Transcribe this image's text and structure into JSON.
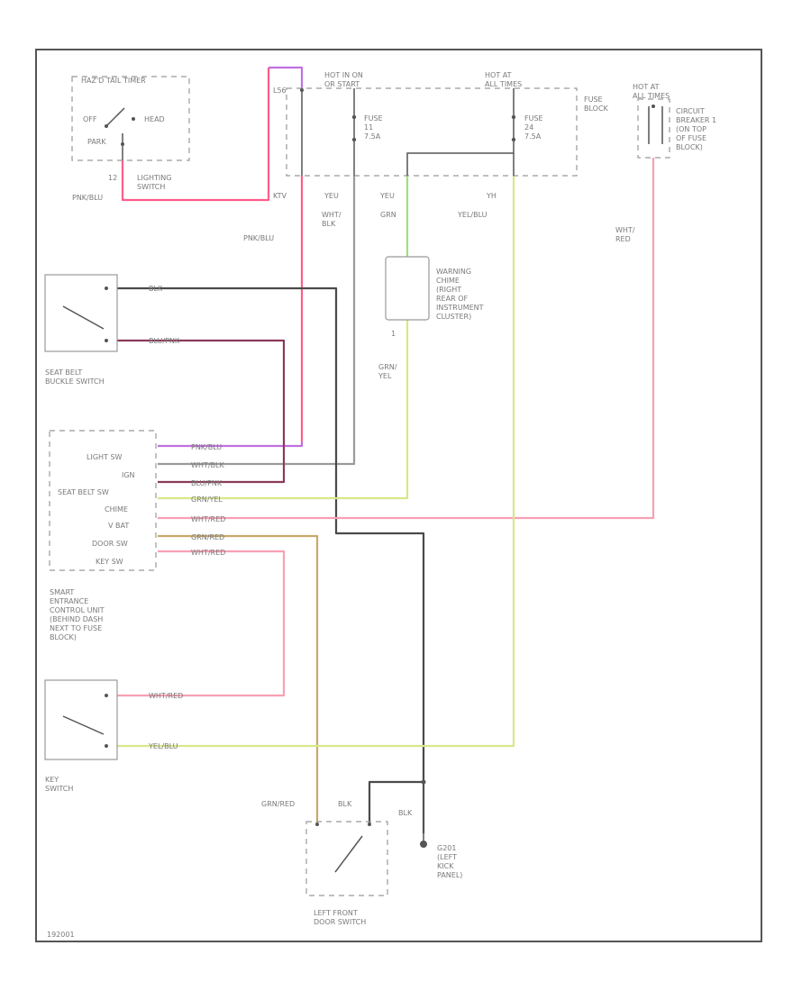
{
  "labels": {
    "hazard_timer": "HAZ'D TAIL TIMER",
    "off": "OFF",
    "head": "HEAD",
    "park": "PARK",
    "lighting_switch": "LIGHTING\nSWITCH",
    "pin_12": "12",
    "pnk_blu_1": "PNK/BLU",
    "hot_run": "HOT IN ON\nOR START",
    "fuse_11": "FUSE\n11\n7.5A",
    "hot_all": "HOT AT\nALL TIMES",
    "fuse_24": "FUSE\n24\n7.5A",
    "fuse_block": "FUSE\nBLOCK",
    "hot_all_2": "HOT AT\nALL TIMES",
    "circuit_breaker": "CIRCUIT\nBREAKER 1\n(ON TOP\nOF FUSE\nBLOCK)",
    "fuse_pin_left": "L56",
    "pin_ktv": "KTV",
    "pin_yeu": "YEU",
    "pin_yeu_2": "YEU",
    "pin_yh": "YH",
    "wht_blk": "WHT/\nBLK",
    "grn": "GRN",
    "yel_blu_1": "YEL/BLU",
    "wht_red_1": "WHT/\nRED",
    "pnk_blu_2": "PNK/BLU",
    "warning_chime": "WARNING\nCHIME\n(RIGHT\nREAR OF\nINSTRUMENT\nCLUSTER)",
    "pin_1": "1",
    "grn_yel_1": "GRN/\nYEL",
    "seat_belt_buckle_switch": "SEAT BELT\nBUCKLE SWITCH",
    "blk_1": "BLK",
    "blu_pnk_1": "BLU/PNK",
    "light_sw": "LIGHT SW",
    "ign": "IGN",
    "seat_belt_sw": "SEAT BELT SW",
    "chime": "CHIME",
    "v_bat": "V BAT",
    "door_sw": "DOOR SW",
    "key_sw": "KEY SW",
    "wire_pnk_blu": "PNK/BLU",
    "wire_wht_blk": "WHT/BLK",
    "wire_blu_pnk": "BLU/PNK",
    "wire_grn_yel": "GRN/YEL",
    "wire_wht_red_1": "WHT/RED",
    "wire_grn_red": "GRN/RED",
    "wire_wht_red_2": "WHT/RED",
    "control_unit": "SMART\nENTRANCE\nCONTROL UNIT\n(BEHIND DASH\nNEXT TO FUSE\nBLOCK)",
    "wire_wht_red_3": "WHT/RED",
    "wire_yel_blu_2": "YEL/BLU",
    "key_switch": "KEY\nSWITCH",
    "grn_red_2": "GRN/RED",
    "blk_2": "BLK",
    "blk_3": "BLK",
    "ground": "G201\n(LEFT\nKICK\nPANEL)",
    "left_front_door_switch": "LEFT FRONT\nDOOR SWITCH",
    "diagram_id": "192001"
  },
  "colors": {
    "pink": "#ff5c8a",
    "pink_light": "#f8a0b4",
    "purple": "#c070e0",
    "gray": "#9a9a9a",
    "dark": "#4a4a4a",
    "maroon": "#8b3a5a",
    "green": "#9fe07a",
    "yellow_green": "#d6e88a",
    "tan": "#c9a86a"
  }
}
